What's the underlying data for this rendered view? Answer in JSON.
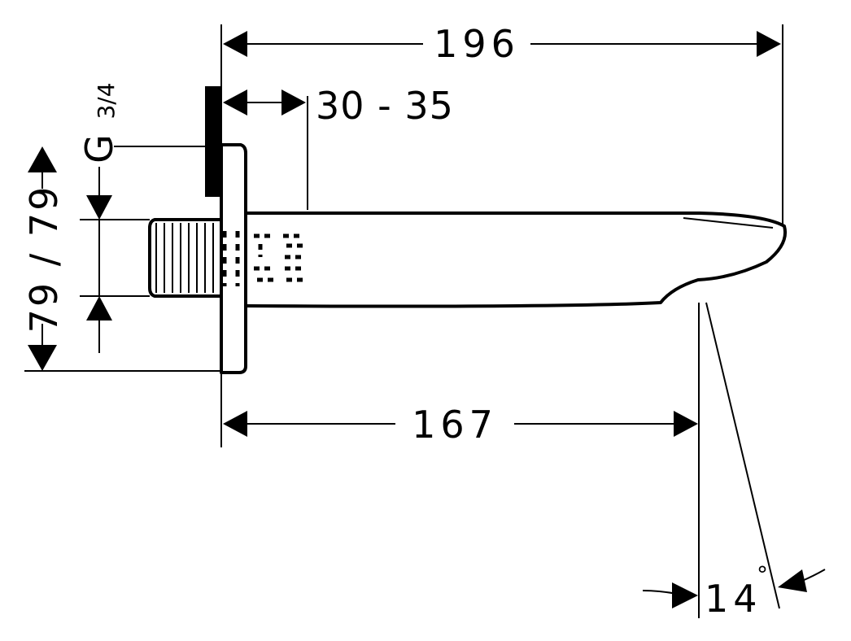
{
  "drawing": {
    "dim_total_length": "196",
    "dim_wall_thickness": "30 - 35",
    "dim_projection": "167",
    "dim_height": "79 / 79",
    "dim_thread_letter": "G",
    "dim_thread_size": "3/4",
    "dim_angle": "14",
    "degree_mark": "°"
  }
}
